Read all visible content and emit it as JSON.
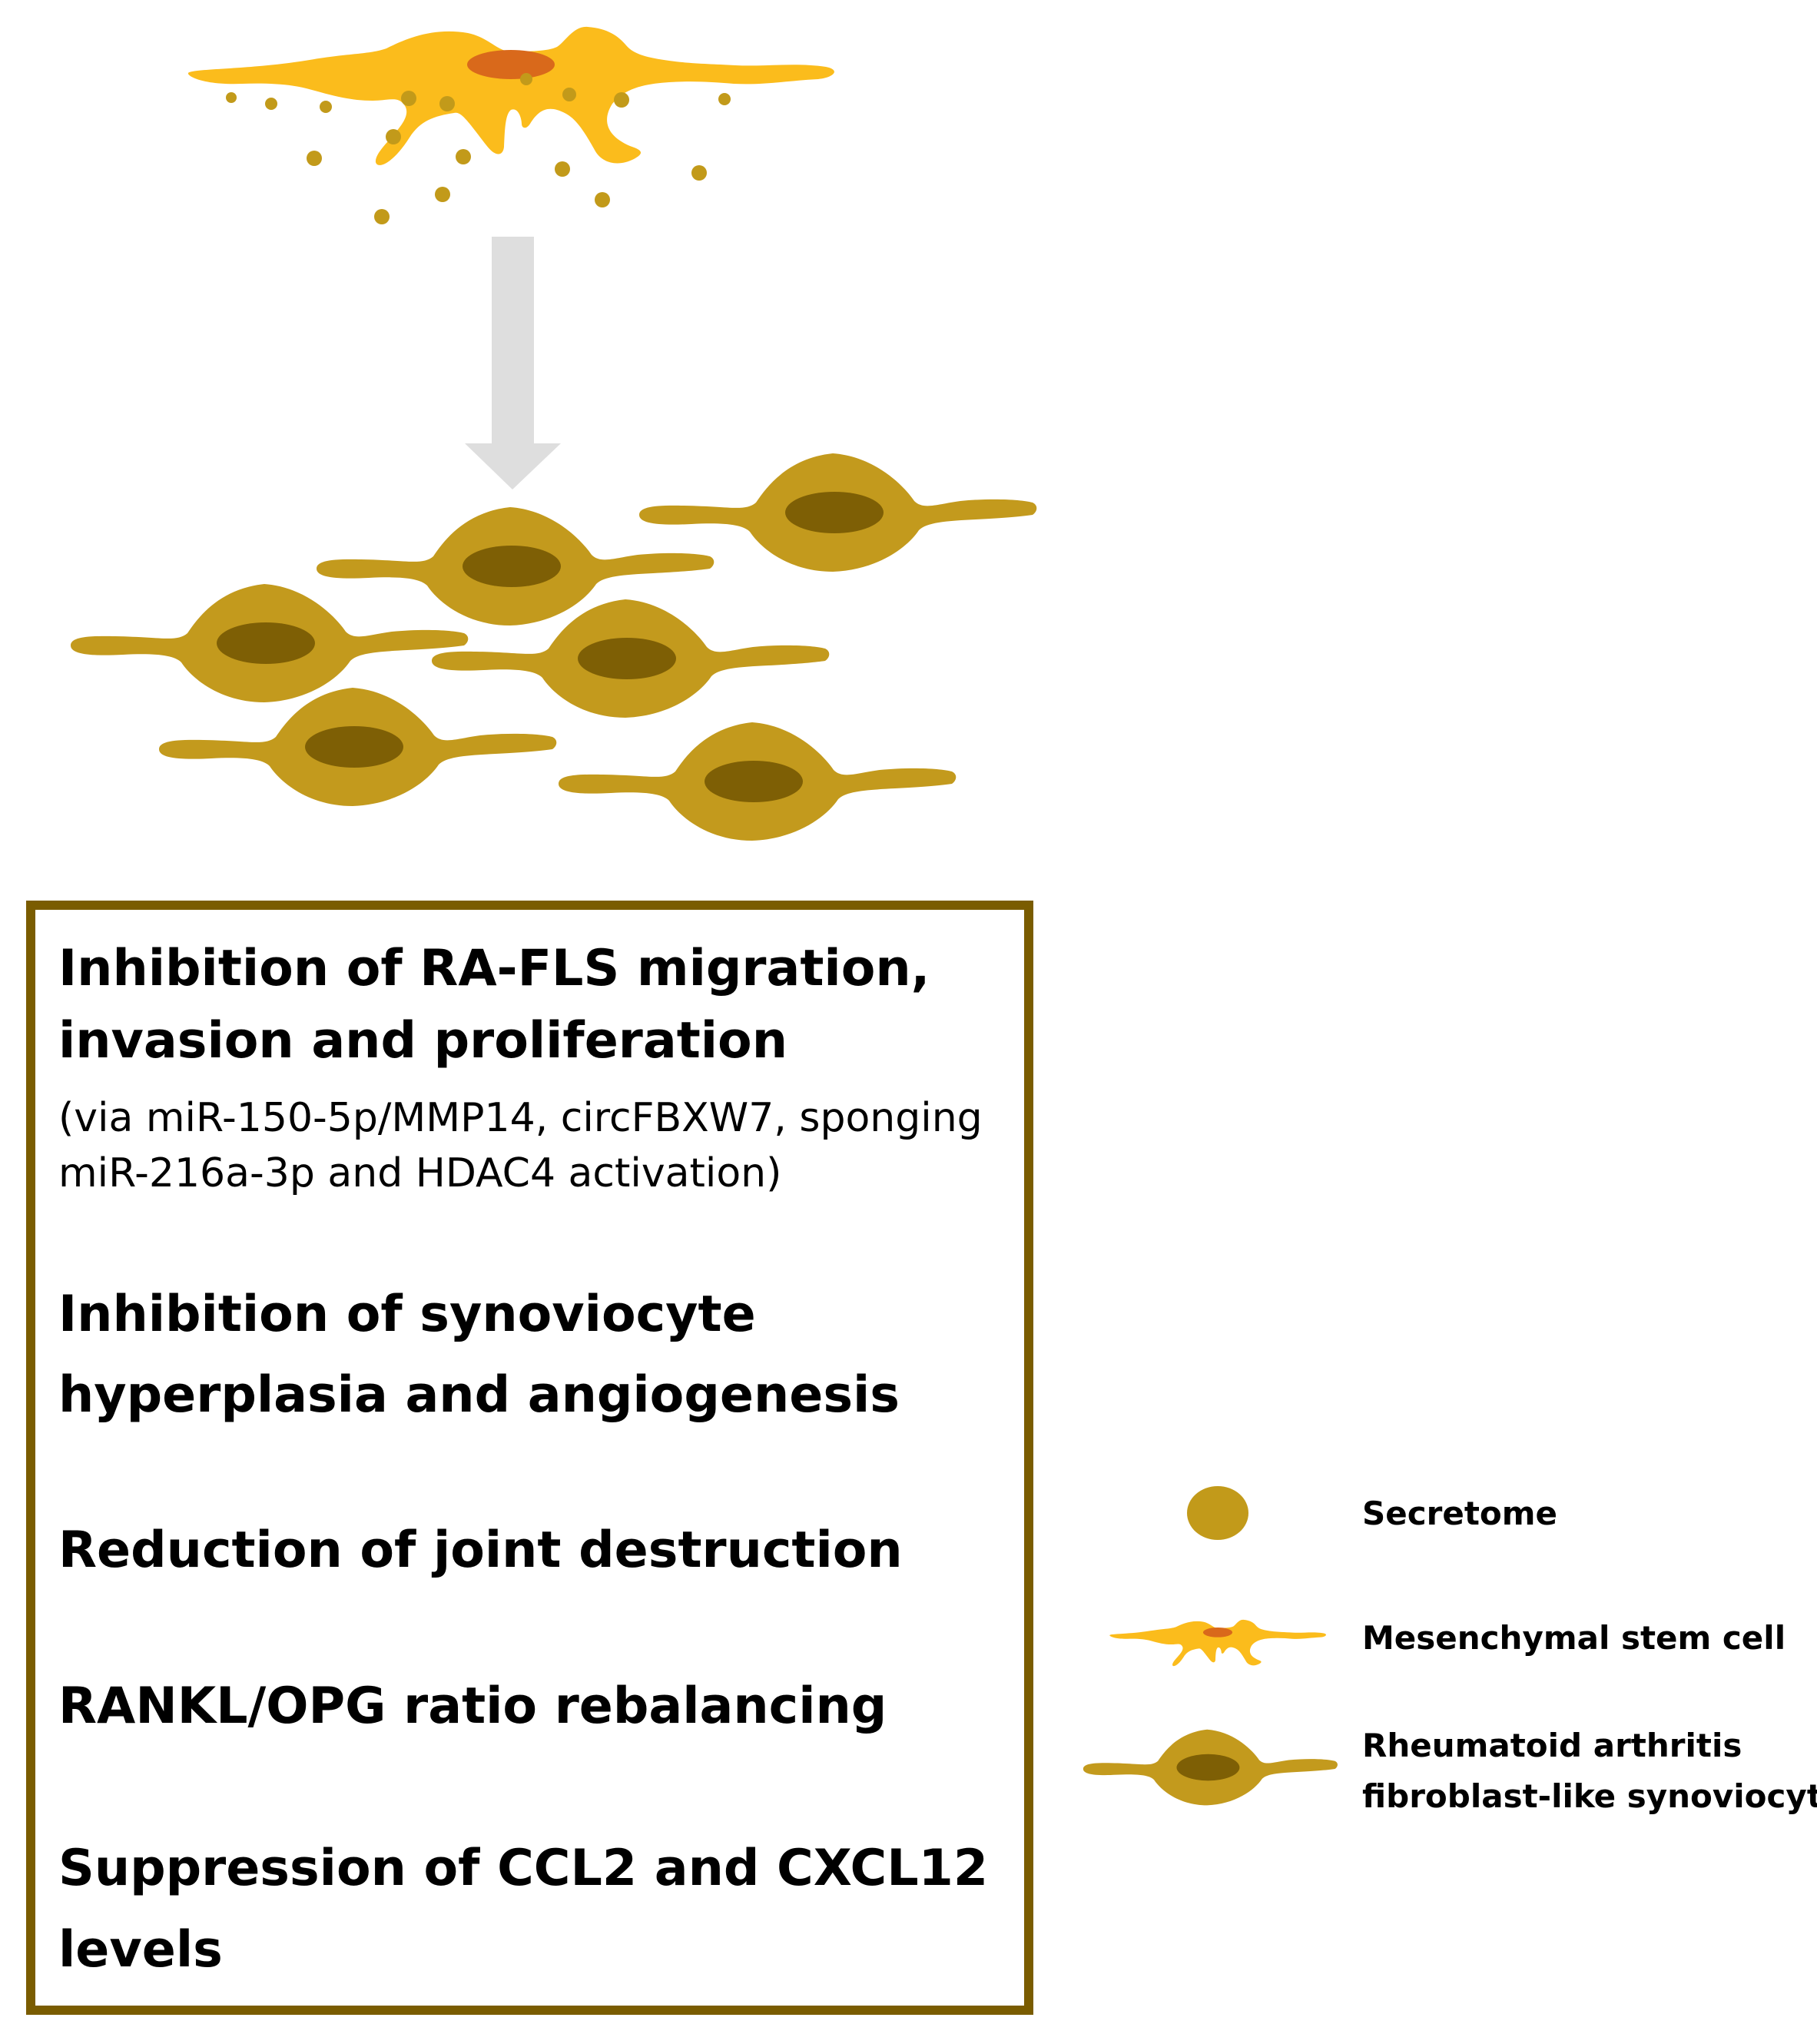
{
  "effects": {
    "e1_title_line1": "Inhibition of RA-FLS migration,",
    "e1_title_line2": "invasion and proliferation",
    "e1_detail_line1": "(via miR-150-5p/MMP14, circFBXW7, sponging",
    "e1_detail_line2": "miR-216a-3p and HDAC4 activation)",
    "e2_line1": "Inhibition of synoviocyte",
    "e2_line2": "hyperplasia and angiogenesis",
    "e3": "Reduction of joint destruction",
    "e4": "RANKL/OPG ratio rebalancing",
    "e5_line1": "Suppression of CCL2 and CXCL12",
    "e5_line2": "levels"
  },
  "legend": {
    "secretome": "Secretome",
    "msc": "Mesenchymal stem cell",
    "fls_line1": "Rheumatoid arthritis",
    "fls_line2": "fibroblast-like synoviocyte"
  },
  "colors": {
    "msc_body": "#fbbc1c",
    "msc_nucleus": "#d9691b",
    "granule": "#c29a1a",
    "fls_body": "#c39a1d",
    "fls_nucleus": "#7e5f05",
    "arrow": "#dedede",
    "box_border": "#7a5c00"
  }
}
